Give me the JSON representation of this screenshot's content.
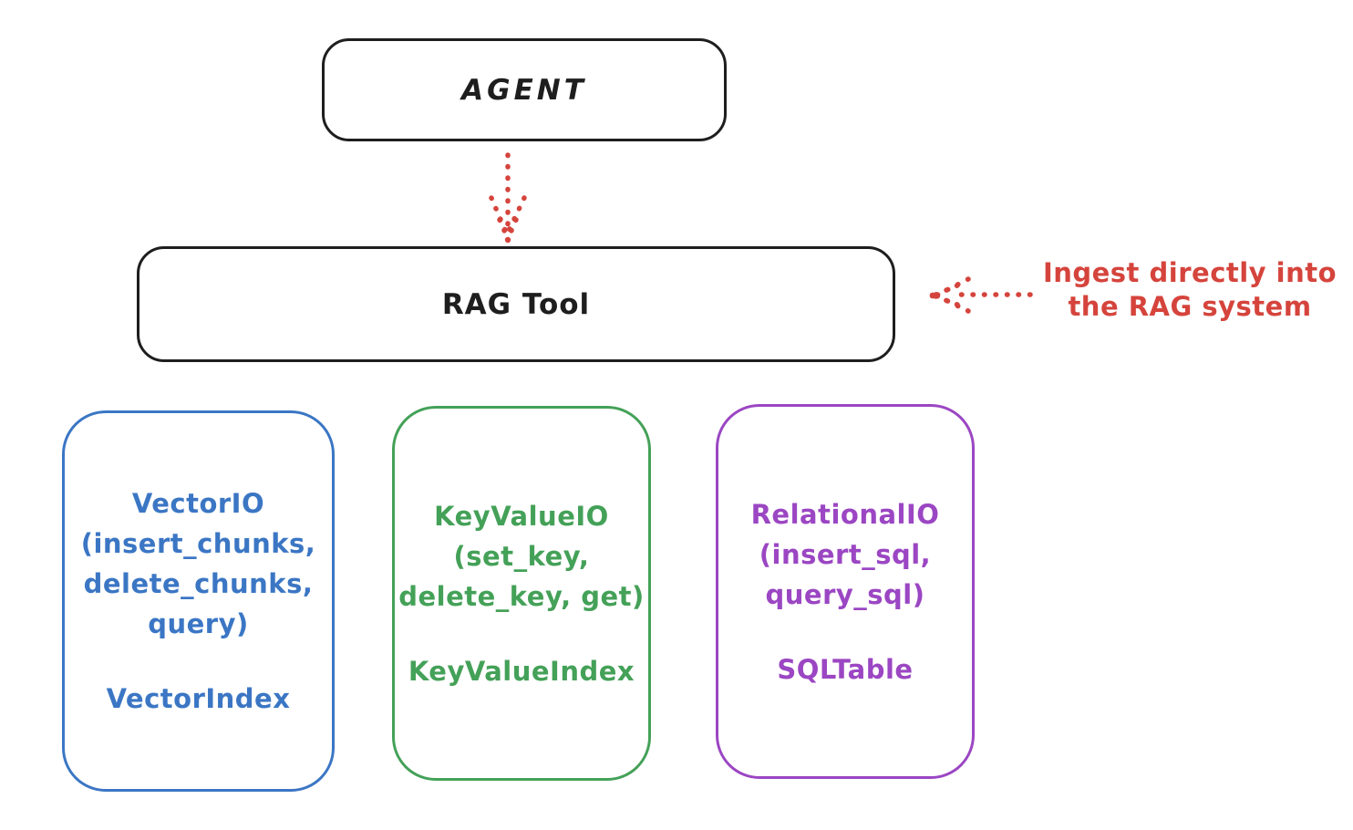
{
  "diagram": {
    "agent_box": {
      "label": "AGENT"
    },
    "rag_box": {
      "label": "RAG Tool"
    },
    "annotation": {
      "line1": "Ingest directly into",
      "line2": "the RAG system",
      "color": "#d5443c"
    },
    "arrows": {
      "agent_to_rag": {
        "style": "dotted",
        "direction": "down",
        "color": "#d5443c"
      },
      "annotation_to_rag": {
        "style": "dotted",
        "direction": "left",
        "color": "#d5443c"
      }
    },
    "backends": [
      {
        "name": "vector-io",
        "accent": "#3b76c4",
        "lines": [
          "VectorIO",
          "(insert_chunks,",
          "delete_chunks,",
          "query)"
        ],
        "index_label": "VectorIndex"
      },
      {
        "name": "keyvalue-io",
        "accent": "#44a158",
        "lines": [
          "KeyValueIO",
          "(set_key,",
          "delete_key, get)"
        ],
        "index_label": "KeyValueIndex"
      },
      {
        "name": "relational-io",
        "accent": "#9b46c3",
        "lines": [
          "RelationalIO",
          "(insert_sql,",
          "query_sql)"
        ],
        "index_label": "SQLTable"
      }
    ],
    "colors": {
      "stroke": "#1e1e1e",
      "annotation_red": "#d5443c",
      "vector_blue": "#3b76c4",
      "keyvalue_green": "#44a158",
      "relational_purple": "#9b46c3"
    }
  }
}
